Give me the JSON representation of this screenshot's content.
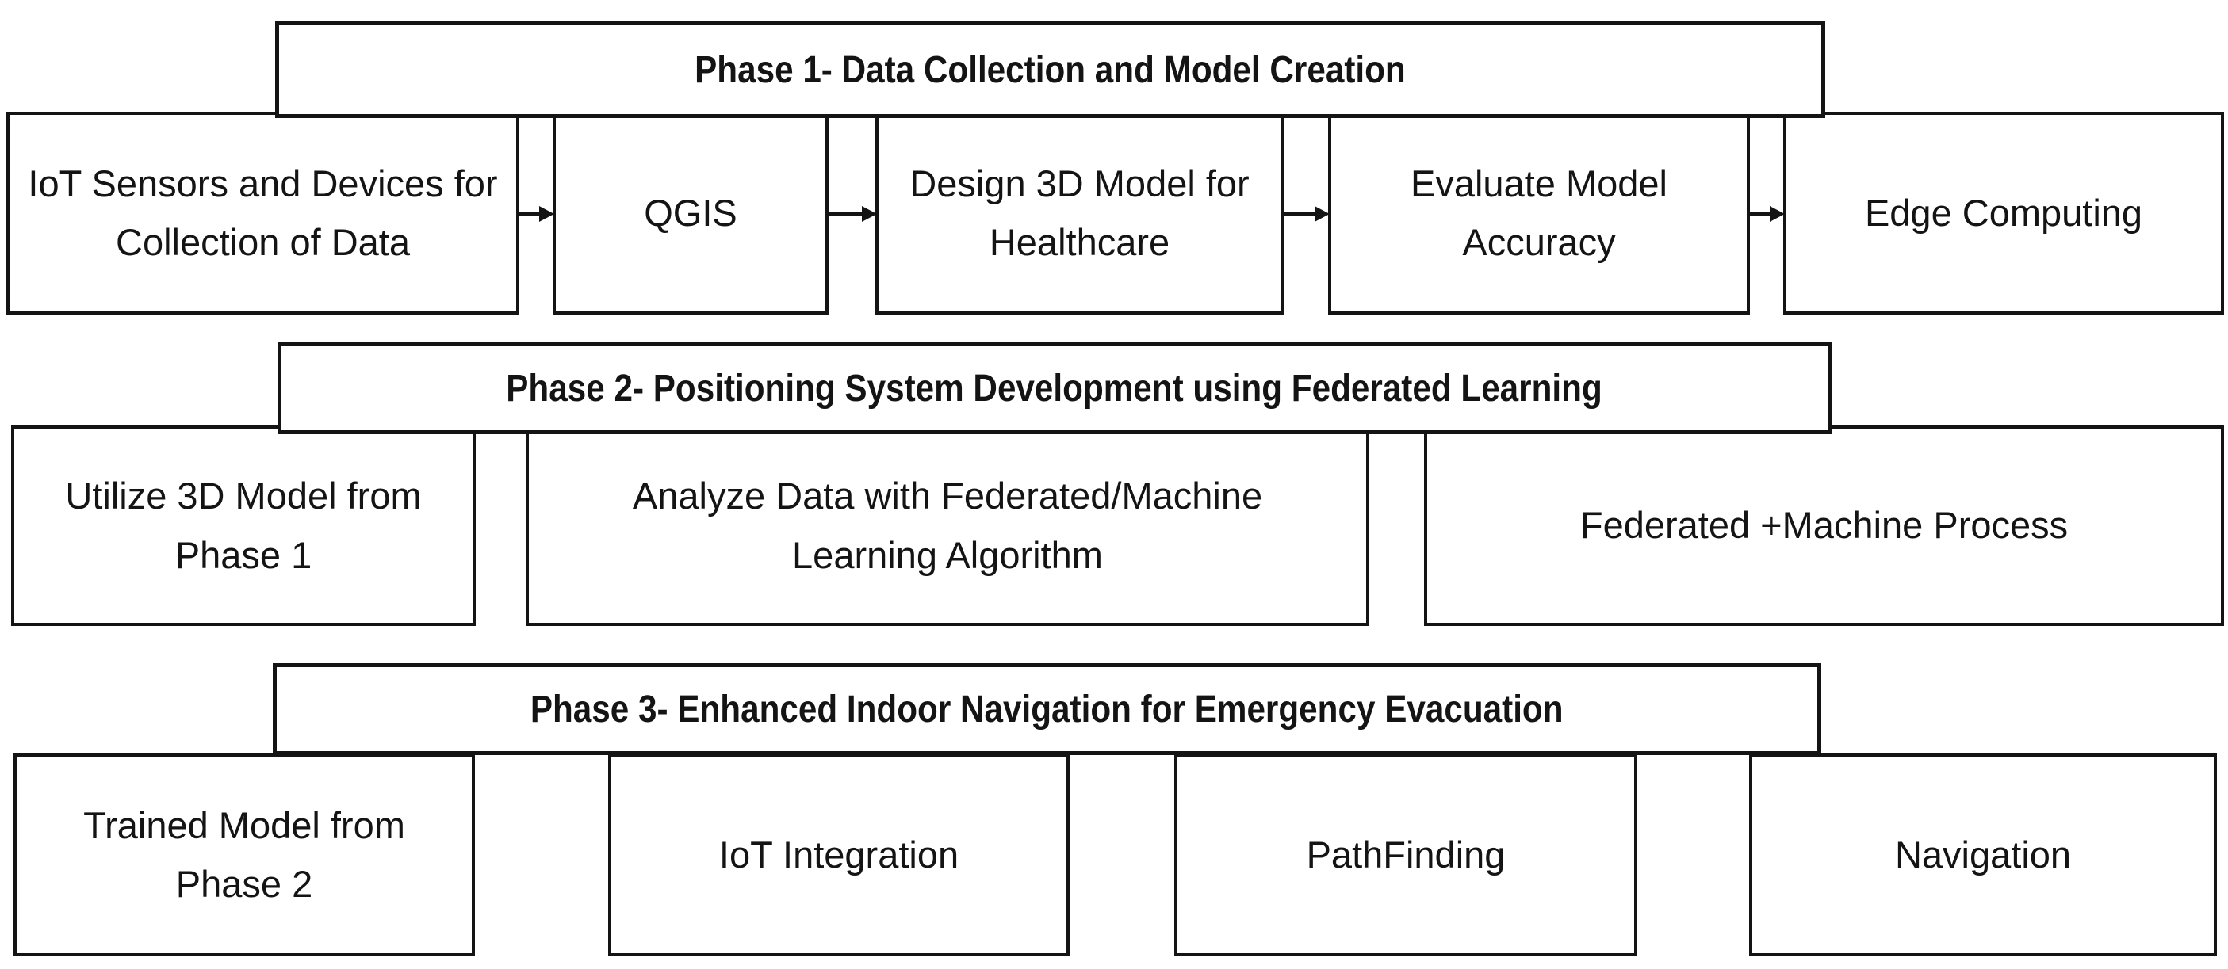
{
  "figure": {
    "type": "flowchart",
    "background_color": "#ffffff",
    "line_color": "#141414",
    "phases": [
      {
        "title": "Phase 1- Data Collection and Model Creation",
        "connectors": "right-arrows",
        "boxes": [
          {
            "label": "IoT Sensors and Devices for Collection of Data"
          },
          {
            "label": "QGIS"
          },
          {
            "label": "Design 3D Model for Healthcare"
          },
          {
            "label": "Evaluate Model Accuracy"
          },
          {
            "label": "Edge Computing"
          }
        ]
      },
      {
        "title": "Phase 2- Positioning System Development using Federated Learning",
        "connectors": "none",
        "boxes": [
          {
            "label": "Utilize 3D Model from Phase 1"
          },
          {
            "label": "Analyze Data with Federated/Machine Learning Algorithm"
          },
          {
            "label": "Federated +Machine Process"
          }
        ]
      },
      {
        "title": "Phase 3- Enhanced Indoor Navigation for Emergency Evacuation",
        "connectors": "none",
        "boxes": [
          {
            "label": "Trained Model from Phase 2"
          },
          {
            "label": "IoT Integration"
          },
          {
            "label": "PathFinding"
          },
          {
            "label": "Navigation"
          }
        ]
      }
    ]
  }
}
